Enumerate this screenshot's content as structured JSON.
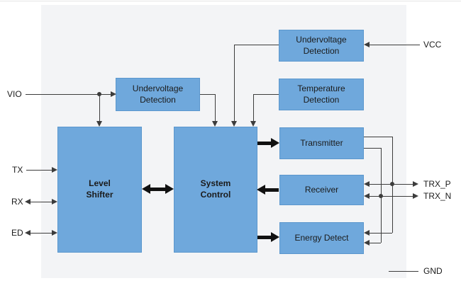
{
  "diagram": {
    "kind": "transceiver-block-diagram"
  },
  "blocks": {
    "level_shifter": {
      "label": "Level\nShifter"
    },
    "system_control": {
      "label": "System\nControl"
    },
    "undervoltage_detection_io": {
      "label": "Undervoltage\nDetection"
    },
    "undervoltage_detection_vcc": {
      "label": "Undervoltage\nDetection"
    },
    "temperature_detection": {
      "label": "Temperature\nDetection"
    },
    "transmitter": {
      "label": "Transmitter"
    },
    "receiver": {
      "label": "Receiver"
    },
    "energy_detect": {
      "label": "Energy Detect"
    }
  },
  "pins": {
    "vio": "VIO",
    "tx": "TX",
    "rx": "RX",
    "ed": "ED",
    "vcc": "VCC",
    "trx_p": "TRX_P",
    "trx_n": "TRX_N",
    "gnd": "GND"
  },
  "colors": {
    "block_fill": "#6FA8DC",
    "block_border": "#5B97CD",
    "wire": "#3C3C3C",
    "arrow_bold": "#111111",
    "panel_bg": "#F3F4F6",
    "text": "#1B1B1B",
    "page_bg": "#FFFFFF",
    "top_rule": "#E5E5E5"
  }
}
